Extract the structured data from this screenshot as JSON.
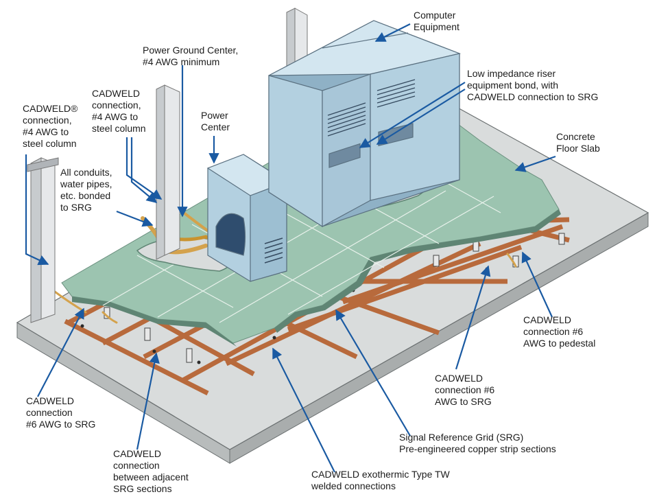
{
  "labels": {
    "computer_equipment": "Computer\nEquipment",
    "power_ground_center": "Power Ground Center,\n#4 AWG minimum",
    "cadweld_steel_left": "CADWELD®\nconnection,\n#4 AWG to\nsteel column",
    "cadweld_steel_mid": "CADWELD\nconnection,\n#4 AWG to\nsteel column",
    "power_center": "Power\nCenter",
    "low_impedance_riser": "Low impedance riser\nequipment bond, with\nCADWELD connection to SRG",
    "concrete_floor_slab": "Concrete\nFloor Slab",
    "all_conduits": "All conduits,\nwater pipes,\netc. bonded\nto SRG",
    "cadweld_pedestal": "CADWELD\nconnection #6\nAWG to pedestal",
    "cadweld_6awg_srg_right": "CADWELD\nconnection #6\nAWG to SRG",
    "cadweld_6awg_srg_left": "CADWELD\nconnection\n#6 AWG to SRG",
    "srg_title": "Signal Reference Grid (SRG)\nPre-engineered copper strip sections",
    "cadweld_adjacent": "CADWELD\nconnection\nbetween adjacent\nSRG sections",
    "cadweld_exothermic": "CADWELD exothermic Type TW\nwelded connections"
  },
  "colors": {
    "slab_top": "#d9dcdc",
    "slab_side": "#b8bcbc",
    "floor_tile": "#9cc4b0",
    "copper": "#b86a3c",
    "cabinet": "#b3d0e0",
    "cabinet_dark": "#8fb1c6",
    "arrow": "#1a5aa2",
    "steel": "#d0d3d6"
  }
}
